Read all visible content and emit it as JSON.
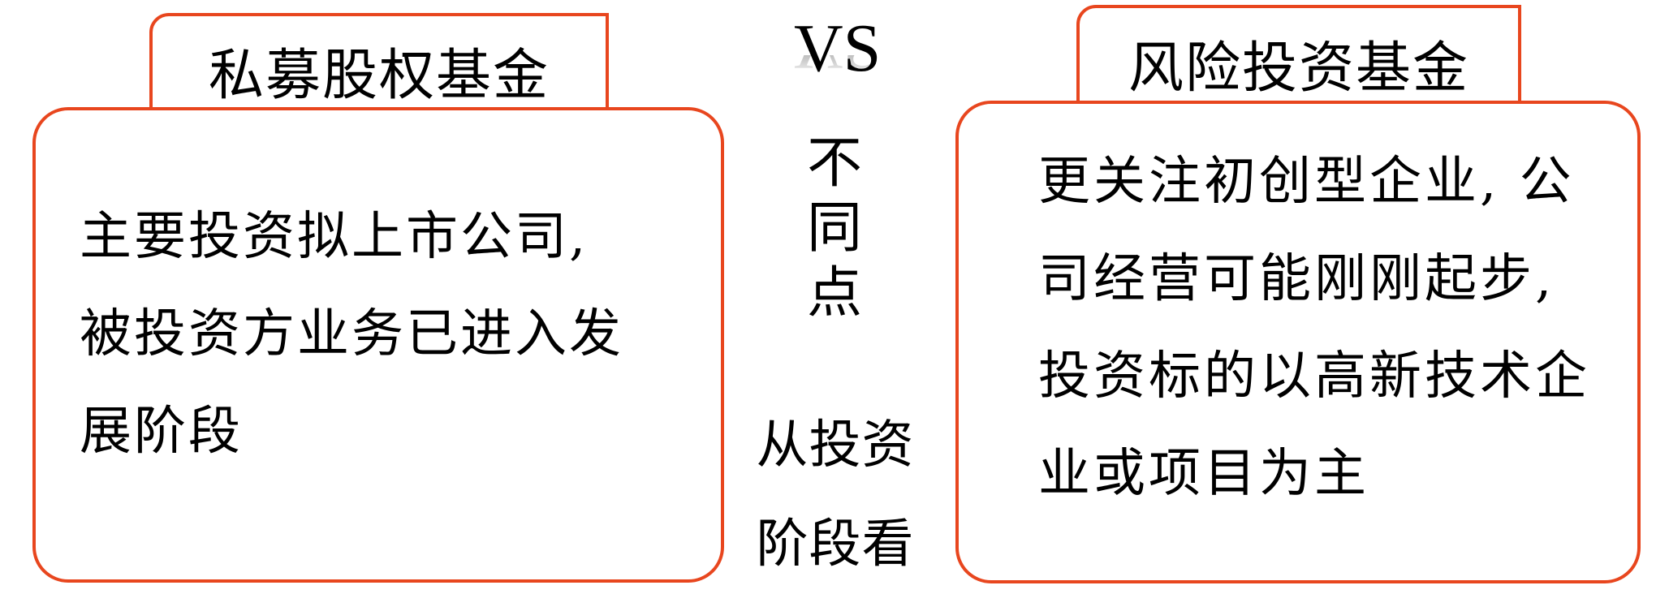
{
  "colors": {
    "border": "#e8461e",
    "text": "#000000",
    "background": "#ffffff"
  },
  "left": {
    "title": "私募股权基金",
    "lines": [
      "主要投资拟上市公司,",
      "被投资方业务已进入发",
      "展阶段"
    ]
  },
  "center": {
    "vs": "VS",
    "vertical": [
      "不",
      "同",
      "点"
    ],
    "caption_lines": [
      "从投资",
      "阶段看"
    ]
  },
  "right": {
    "title": "风险投资基金",
    "lines": [
      "更关注初创型企业, 公",
      "司经营可能刚刚起步,",
      "投资标的以高新技术企",
      "业或项目为主"
    ]
  }
}
